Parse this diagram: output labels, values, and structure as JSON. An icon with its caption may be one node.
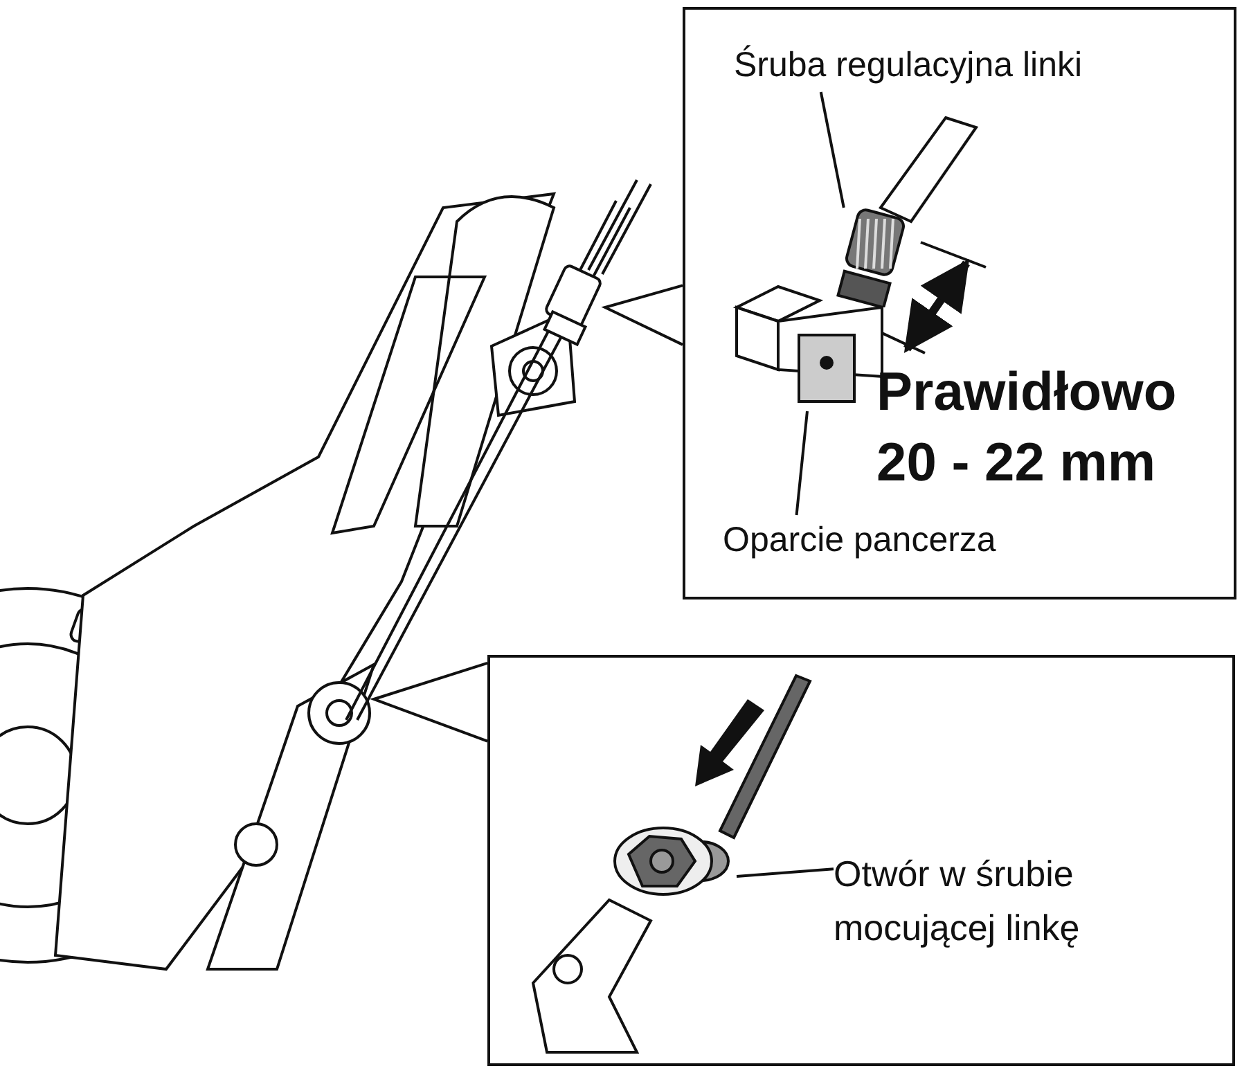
{
  "diagram": {
    "nodes": [
      {
        "text": [],
        "shape": "box"
      },
      {
        "text": [
          "Śruba regulacyjna linki"
        ],
        "in": 0
      },
      {
        "text": [],
        "shape": "picture",
        "in": 0
      },
      {
        "text": [
          "Oparcie pancerza"
        ],
        "in": 0
      },
      {
        "text": [],
        "shape": "picture",
        "in": 0
      },
      {
        "text": [],
        "shape": "box"
      },
      {
        "text": [
          "Otwór w śrubie mocującej linkę"
        ],
        "in": 5
      },
      {
        "text": [],
        "shape": "picture",
        "in": 5
      }
    ],
    "edges": [
      {
        "from": 1,
        "to": 2,
        "arrow": "none"
      },
      {
        "from": 3,
        "to": 4,
        "arrow": "none"
      },
      {
        "from": 6,
        "to": 7,
        "arrow": "none"
      },
      {
        "from": 0,
        "to": null,
        "arrow": "none"
      },
      {
        "from": 5,
        "to": null,
        "arrow": "none"
      }
    ],
    "labels": [
      "Prawidłowo",
      "20 - 22 mm"
    ]
  }
}
